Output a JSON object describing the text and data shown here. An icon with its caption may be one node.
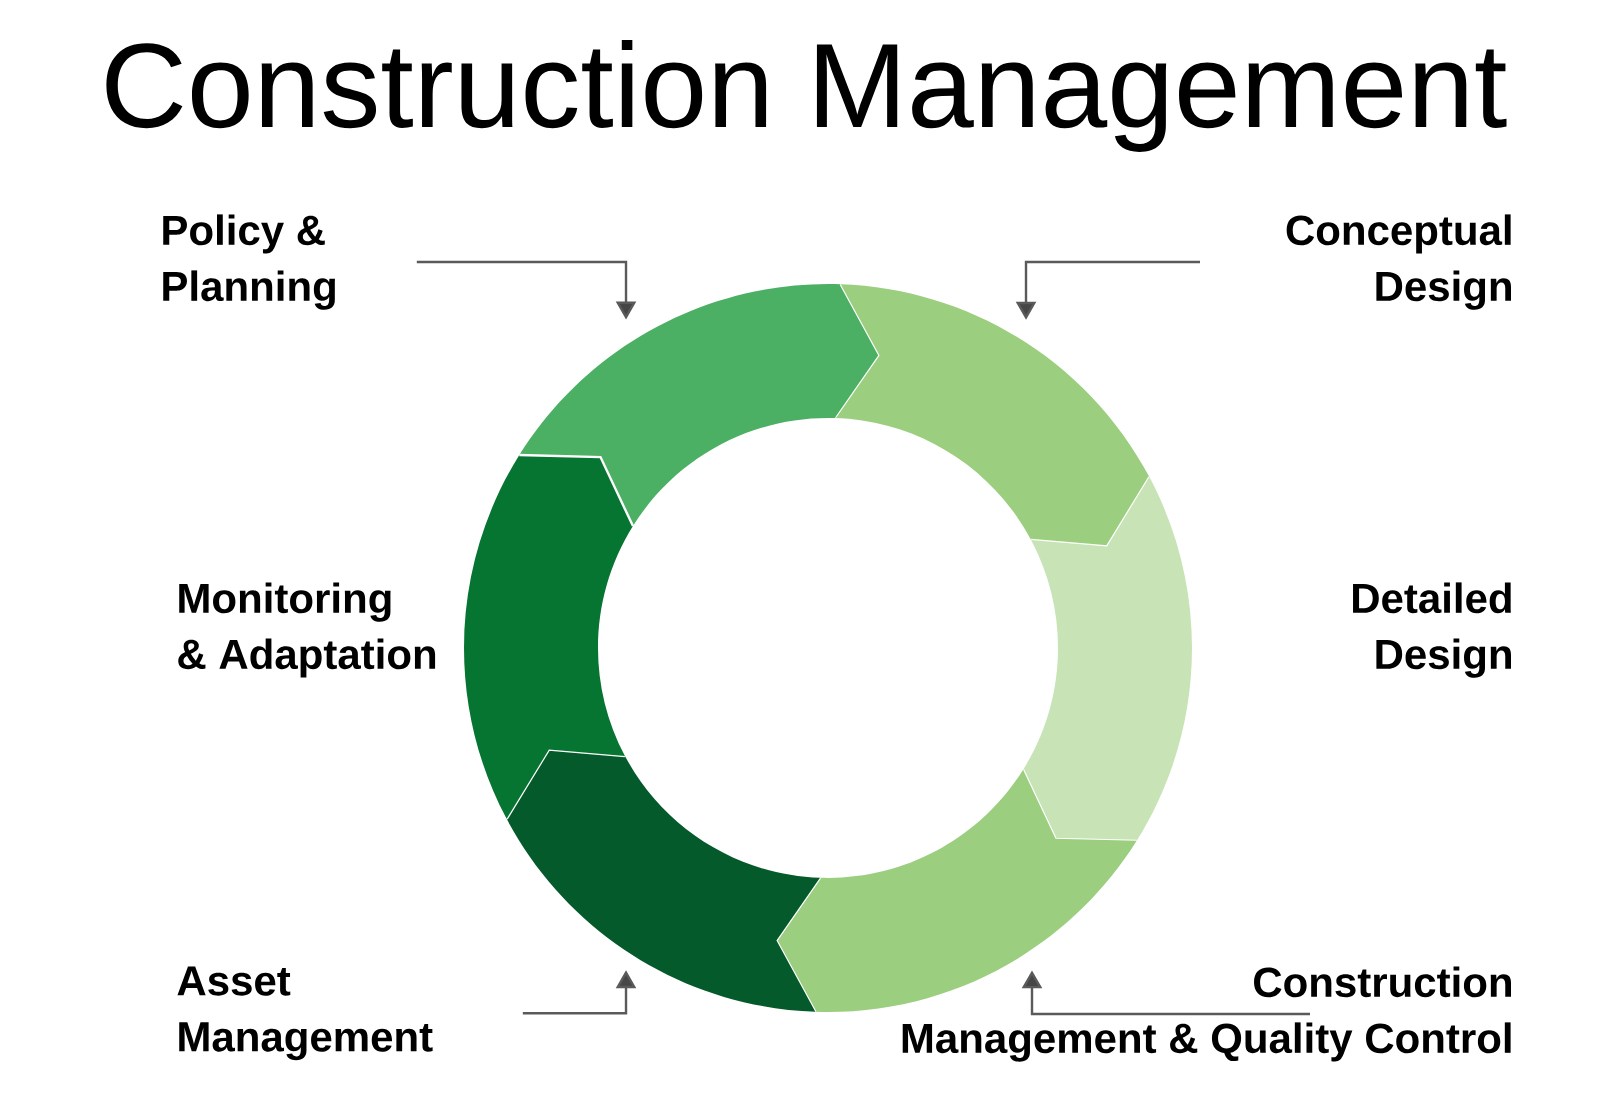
{
  "diagram": {
    "title": "Construction Management",
    "nodes": [
      {
        "text": [
          "Policy & Planning"
        ]
      },
      {
        "text": [
          "Conceptual Design"
        ]
      },
      {
        "text": [
          "Monitoring & Adaptation"
        ]
      },
      {
        "text": [
          "Detailed Design"
        ]
      },
      {
        "text": [
          "Asset Management"
        ]
      },
      {
        "text": [
          "Construction Management & Quality Control"
        ]
      },
      {
        "text": [],
        "shape": "arrow"
      },
      {
        "text": [],
        "shape": "arrow"
      },
      {
        "text": [],
        "shape": "arrow"
      },
      {
        "text": [],
        "shape": "arrow"
      },
      {
        "text": [],
        "shape": "arrow"
      },
      {
        "text": [],
        "shape": "arrow"
      }
    ],
    "edges": [
      {
        "from": 0,
        "to": 6,
        "arrow": "to"
      },
      {
        "from": 1,
        "to": 7,
        "arrow": "to"
      },
      {
        "from": 4,
        "to": 10,
        "arrow": "to"
      },
      {
        "from": 5,
        "to": 9,
        "arrow": "to"
      }
    ]
  }
}
